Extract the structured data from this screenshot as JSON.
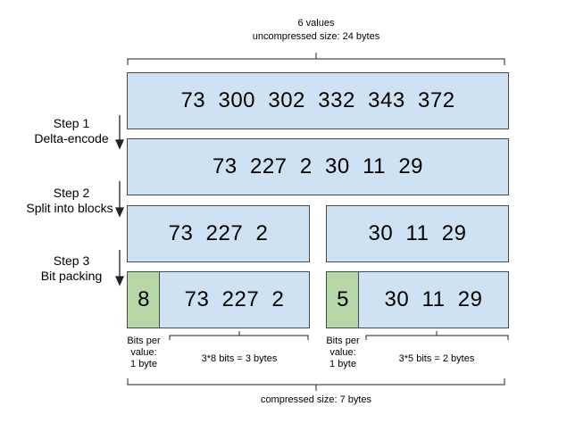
{
  "top": {
    "count_label": "6 values",
    "size_label": "uncompressed size: 24 bytes"
  },
  "steps": [
    {
      "title": "Step 1",
      "name": "Delta-encode"
    },
    {
      "title": "Step 2",
      "name": "Split into blocks"
    },
    {
      "title": "Step 3",
      "name": "Bit packing"
    }
  ],
  "rows": {
    "original": "73  300  302  332  343  372",
    "deltas": "73  227  2  30  11  29",
    "block1": "73  227  2",
    "block2": "30  11  29"
  },
  "packed": {
    "block1_bitwidth": "8",
    "block1_values": "73  227  2",
    "block2_bitwidth": "5",
    "block2_values": "30  11  29"
  },
  "annotations": {
    "bits_per_value": [
      "Bits per",
      "value:",
      "1 byte"
    ],
    "block1_size": "3*8 bits = 3 bytes",
    "block2_size": "3*5 bits = 2 bytes",
    "compressed": "compressed size: 7 bytes"
  }
}
